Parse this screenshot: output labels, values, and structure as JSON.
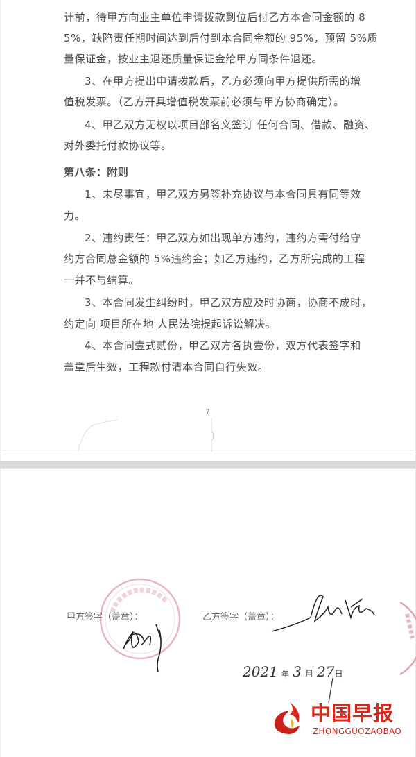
{
  "document": {
    "lines": [
      "计前，待甲方向业主单位申请拨款到位后付乙方本合同金额的 8",
      "5%，缺陷责任期时间达到后付到本合同金额的 95%，预留 5%质",
      "量保证金，按业主退还质量保证金给甲方同条件退还。",
      "3、在甲方提出申请拨款后，乙方必须向甲方提供所需的增",
      "值税发票。（乙方开具增值税发票前必须与甲方协商确定）。",
      "4、甲乙双方无权以项目部名义签订 任何合同、借款、融资、",
      "对外委托付款协议等。"
    ],
    "section_heading": "第八条：附则",
    "appendix_lines": [
      "1、未尽事宜，甲乙双方另签补充协议与本合同具有同等效",
      "力。",
      "2、违约责任：甲乙双方如出现单方违约，违约方需付给守",
      "约方合同总金额的 5%违约金；如乙方违约，乙方所完成的工程",
      "一并不与结算。",
      "3、本合同发生纠纷时，甲乙双方应及时协商，协商不成时，",
      "4、本合同壹式贰份，甲乙双方各执壹份，双方代表签字和",
      "盖章后生效，工程款付清本合同自行失效。"
    ],
    "court_prefix": "约定向",
    "court_location": " 项目所在地 ",
    "court_suffix": "人民法院提起诉讼解决。",
    "page_number": "7"
  },
  "signatures": {
    "party_a_label": "甲方签字（盖章）：",
    "party_b_label": "乙方签字（盖章）：",
    "date_year": "2021",
    "date_year_unit": "年",
    "date_month": "3",
    "date_month_unit": "月",
    "date_day": "27",
    "date_day_unit": "日"
  },
  "watermark": {
    "name": "中国早报",
    "pinyin": "ZHONGGUOZAOBAO",
    "color": "#d42a1e"
  },
  "colors": {
    "stamp": "#d98a96",
    "ink": "#333333",
    "text": "#4a4a4a"
  }
}
